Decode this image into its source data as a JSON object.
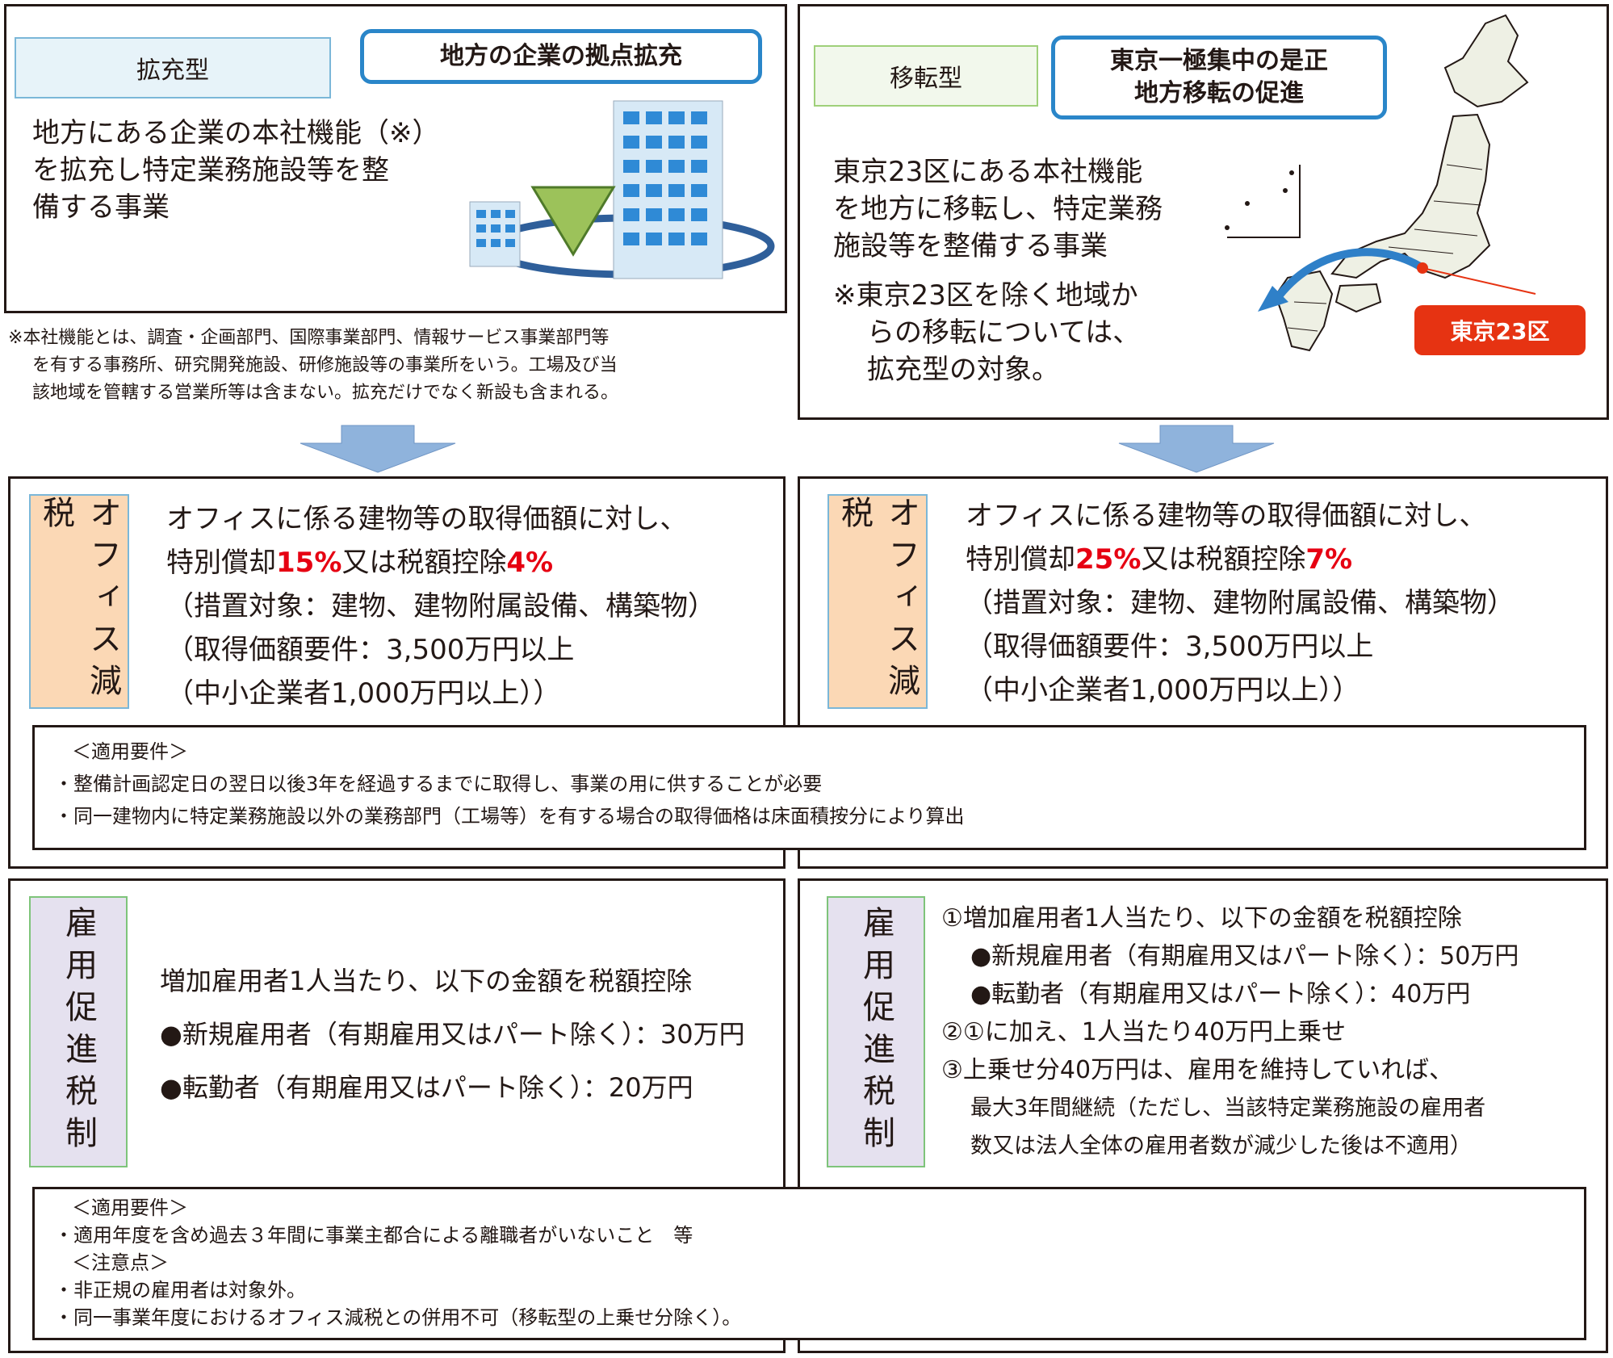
{
  "colors": {
    "frame": "#231815",
    "accent_blue": "#2a86c9",
    "red": "#e60012",
    "orange_label_bg": "#fbd8b5",
    "purple_label_bg": "#e5e1ef",
    "tokyo_badge": "#e63312",
    "arrow": "#8fb3dc"
  },
  "left_top": {
    "type_label": "拡充型",
    "headline": "地方の企業の拠点拡充",
    "desc": [
      "地方にある企業の本社機能（※）",
      "を拡充し特定業務施設等を整",
      "備する事業"
    ],
    "footnote": [
      "※本社機能とは、調査・企画部門、国際事業部門、情報サービス事業部門等",
      "を有する事務所、研究開発施設、研修施設等の事業所をいう。工場及び当",
      "該地域を管轄する営業所等は含まない。拡充だけでなく新設も含まれる。"
    ]
  },
  "right_top": {
    "type_label": "移転型",
    "headline": [
      "東京一極集中の是正",
      "地方移転の促進"
    ],
    "desc": [
      "東京23区にある本社機能",
      "を地方に移転し、特定業務",
      "施設等を整備する事業"
    ],
    "note": [
      "※東京23区を除く地域か",
      "らの移転については、",
      "拡充型の対象。"
    ],
    "tokyo_label": "東京23区"
  },
  "office_tax": {
    "label": "オフィス減税",
    "left": {
      "line1": "オフィスに係る建物等の取得価額に対し、",
      "l2a": "特別償却",
      "l2b": "15%",
      "l2c": "又は税額控除",
      "l2d": "4%",
      "line3": "（措置対象：建物、建物附属設備、構築物）",
      "line4": "（取得価額要件：3,500万円以上",
      "line5": "（中小企業者1,000万円以上））"
    },
    "right": {
      "line1": "オフィスに係る建物等の取得価額に対し、",
      "l2a": "特別償却",
      "l2b": "25%",
      "l2c": "又は税額控除",
      "l2d": "7%",
      "line3": "（措置対象：建物、建物附属設備、構築物）",
      "line4": "（取得価額要件：3,500万円以上",
      "line5": "（中小企業者1,000万円以上））"
    },
    "requirements": [
      "＜適用要件＞",
      "・整備計画認定日の翌日以後3年を経過するまでに取得し、事業の用に供することが必要",
      "・同一建物内に特定業務施設以外の業務部門（工場等）を有する場合の取得価格は床面積按分により算出"
    ]
  },
  "employment_tax": {
    "label": "雇用促進税制",
    "left": [
      "増加雇用者1人当たり、以下の金額を税額控除",
      "●新規雇用者（有期雇用又はパート除く）：30万円",
      "●転勤者（有期雇用又はパート除く）：20万円"
    ],
    "right": [
      "①増加雇用者1人当たり、以下の金額を税額控除",
      "●新規雇用者（有期雇用又はパート除く）：50万円",
      "●転勤者（有期雇用又はパート除く）：40万円",
      "②①に加え、1人当たり40万円上乗せ",
      "③上乗せ分40万円は、雇用を維持していれば、",
      "最大3年間継続（ただし、当該特定業務施設の雇用者",
      "数又は法人全体の雇用者数が減少した後は不適用）"
    ],
    "requirements": [
      "＜適用要件＞",
      "・適用年度を含め過去３年間に事業主都合による離職者がいないこと　等",
      "＜注意点＞",
      "・非正規の雇用者は対象外。",
      "・同一事業年度におけるオフィス減税との併用不可（移転型の上乗せ分除く）。"
    ]
  }
}
